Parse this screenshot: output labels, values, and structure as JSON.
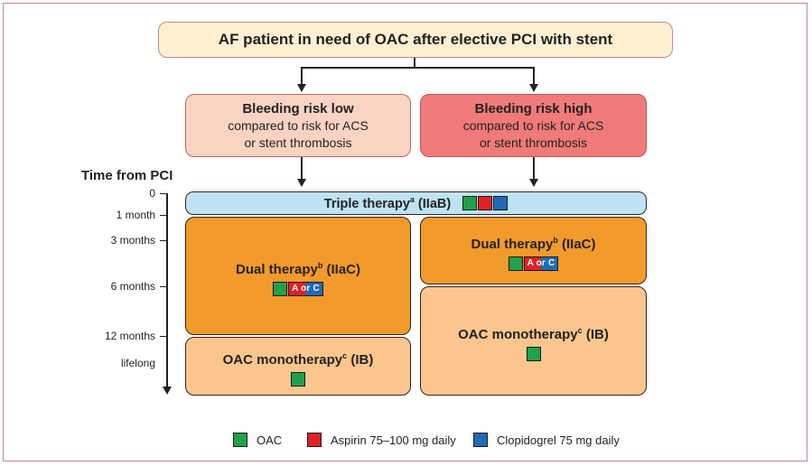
{
  "title": "AF patient in need of OAC after elective PCI with stent",
  "risk_low": {
    "head": "Bleeding risk low",
    "line1": "compared to risk for ACS",
    "line2": "or stent thrombosis"
  },
  "risk_high": {
    "head": "Bleeding risk high",
    "line1": "compared to risk for ACS",
    "line2": "or stent thrombosis"
  },
  "timeline": {
    "title": "Time from PCI",
    "ticks": [
      {
        "label": "0"
      },
      {
        "label": "1 month"
      },
      {
        "label": "3 months"
      },
      {
        "label": "6 months"
      },
      {
        "label": "12 months"
      },
      {
        "label": "lifelong"
      }
    ]
  },
  "triple": {
    "text": "Triple therapy",
    "sup": "a",
    "rec": " (IIaB)"
  },
  "dual_left": {
    "text": "Dual therapy",
    "sup": "b",
    "rec": " (IIaC)",
    "aorc": "A or C"
  },
  "mono_left": {
    "text": "OAC monotherapy",
    "sup": "c",
    "rec": " (IB)"
  },
  "dual_right": {
    "text": "Dual therapy",
    "sup": "b",
    "rec": " (IIaC)",
    "aorc": "A or C"
  },
  "mono_right": {
    "text": "OAC monotherapy",
    "sup": "c",
    "rec": " (IB)"
  },
  "legend": {
    "oac": "OAC",
    "aspirin": "Aspirin 75–100 mg daily",
    "clopidogrel": "Clopidogrel 75 mg daily"
  },
  "colors": {
    "oac": "#22a04b",
    "aspirin": "#e02226",
    "clopidogrel": "#1f6bb8"
  }
}
